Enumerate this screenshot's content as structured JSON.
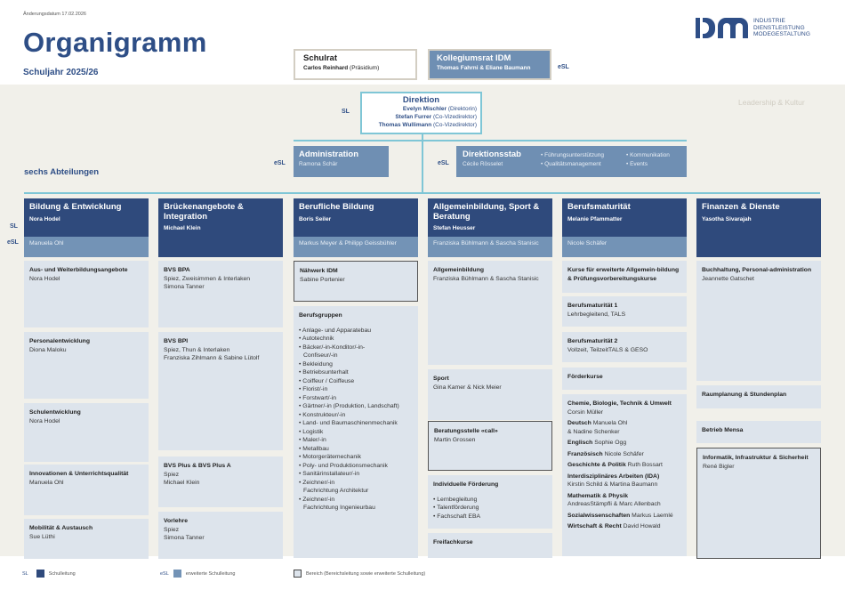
{
  "header": {
    "change_date": "Änderungsdatum 17.02.2026",
    "title": "Organigramm",
    "school_year": "Schuljahr 2025/26",
    "logo": {
      "mark": "IDM",
      "lines": [
        "INDUSTRIE",
        "DIENSTLEISTUNG",
        "MODEGESTALTUNG"
      ]
    }
  },
  "schulrat": {
    "title": "Schulrat",
    "person": "Carlos Reinhard",
    "role": "(Präsidium)"
  },
  "kollegiumsrat": {
    "title": "Kollegiumsrat IDM",
    "persons": "Thomas Fahrni & Eliane Baumann",
    "badge": "eSL"
  },
  "leadership_label": "Leadership & Kultur",
  "sechs_label": "sechs Abteilungen",
  "direktion": {
    "badge": "SL",
    "title": "Direktion",
    "members": [
      {
        "name": "Evelyn Mischler",
        "role": "(Direktorin)"
      },
      {
        "name": "Stefan Furrer",
        "role": "(Co-Vizedirektor)"
      },
      {
        "name": "Thomas Wullimann",
        "role": "(Co-Vizedirektor)"
      }
    ]
  },
  "administration": {
    "badge": "eSL",
    "title": "Administration",
    "person": "Ramona Schär"
  },
  "direktionsstab": {
    "badge": "eSL",
    "title": "Direktionsstab",
    "person": "Cécile Rösselet",
    "tasks_col1": [
      "Führungsunterstützung",
      "Qualitätsmanagement"
    ],
    "tasks_col2": [
      "Kommunikation",
      "Events"
    ]
  },
  "row_labels": {
    "sl": "SL",
    "esl": "eSL"
  },
  "departments": [
    {
      "title": "Bildung & Entwicklung",
      "sl": "Nora Hodel",
      "esl": "Manuela Ohl",
      "units": [
        {
          "title": "Aus- und Weiterbildungsangebote",
          "lines": [
            "Nora Hodel"
          ]
        },
        {
          "title": "Personalentwicklung",
          "lines": [
            "Diona Maloku"
          ]
        },
        {
          "title": "Schulentwicklung",
          "lines": [
            "Nora Hodel"
          ]
        },
        {
          "title": "Innovationen & Unterrichtsqualität",
          "lines": [
            "Manuela Ohl"
          ]
        },
        {
          "title": "Mobilität & Austausch",
          "lines": [
            "Sue Lüthi"
          ]
        }
      ]
    },
    {
      "title": "Brückenangebote & Integration",
      "sl": "Michael Klein",
      "esl": "",
      "units": [
        {
          "title": "BVS BPA",
          "lines": [
            "Spiez, Zweisimmen & Interlaken",
            "Simona Tanner"
          ]
        },
        {
          "title": "BVS BPI",
          "lines": [
            "Spiez, Thun & Interlaken",
            "Franziska Zihlmann & Sabine Lütolf"
          ]
        },
        {
          "title": "BVS Plus & BVS Plus A",
          "lines": [
            "Spiez",
            "Michael Klein"
          ]
        },
        {
          "title": "Vorlehre",
          "lines": [
            "Spiez",
            "Simona Tanner"
          ]
        }
      ]
    },
    {
      "title": "Berufliche Bildung",
      "sl": "Boris Seiler",
      "esl": "Markus Meyer & Philipp Geissbühler",
      "units": [
        {
          "title": "Nähwerk IDM",
          "lines": [
            "Sabine Portenier"
          ]
        },
        {
          "title": "Berufsgruppen",
          "items": [
            "Anlage- und Apparatebau",
            "Autotechnik",
            "Bäcker/-in-Konditor/-in-|Confiseur/-in",
            "Bekleidung",
            "Betriebsunterhalt",
            "Coiffeur / Coiffeuse",
            "Florist/-in",
            "Forstwart/-in",
            "Gärtner/-in (Produktion, Landschaft)",
            "Konstrukteur/-in",
            "Land- und Baumaschinenmechanik",
            "Logistik",
            "Maler/-in",
            "Metallbau",
            "Motorgerätemechanik",
            "Poly- und Produktionsmechanik",
            "Sanitärinstallateur/-in",
            "Zeichner/-in|Fachrichtung Architektur",
            "Zeichner/-in|Fachrichtung Ingenieurbau"
          ]
        }
      ]
    },
    {
      "title": "Allgemeinbildung, Sport & Beratung",
      "sl": "Stefan Heusser",
      "esl": "Franziska Bühlmann & Sascha Stanisic",
      "units": [
        {
          "title": "Allgemeinbildung",
          "lines": [
            "Franziska Bühlmann & Sascha Stanisic"
          ]
        },
        {
          "title": "Sport",
          "lines": [
            "Gina Kamer & Nick Meier"
          ]
        },
        {
          "title": "Beratungsstelle «call»",
          "lines": [
            "Martin Grossen"
          ]
        },
        {
          "title": "Individuelle Förderung",
          "items": [
            "Lernbegleitung",
            "Talentförderung",
            "Fachschaft EBA"
          ]
        },
        {
          "title": "Freifachkurse",
          "lines": []
        }
      ]
    },
    {
      "title": "Berufsmaturität",
      "sl": "Melanie Pfammatter",
      "esl": "Nicole Schäfer",
      "units": [
        {
          "title": "Kurse für erweiterte Allgemein-bildung & Prüfungsvorbereitungskurse",
          "lines": []
        },
        {
          "title": "Berufsmaturität 1",
          "lines": [
            "Lehrbegleitend, TALS"
          ]
        },
        {
          "title": "Berufsmaturität 2",
          "lines": [
            "Vollzeit, TeilzeitTALS & GESO"
          ]
        },
        {
          "title": "Förderkurse",
          "lines": []
        }
      ],
      "subjects": [
        {
          "subject": "Chemie, Biologie, Technik & Umwelt",
          "teacher": "Corsin Müller",
          "break": true
        },
        {
          "subject": "Deutsch",
          "teacher": "Manuela Ohl",
          "teacher2": "& Nadine Schenker"
        },
        {
          "subject": "Englisch",
          "teacher": "Sophie Ogg"
        },
        {
          "subject": "Französisch",
          "teacher": "Nicole Schäfer"
        },
        {
          "subject": "Geschichte & Politik",
          "teacher": "Ruth Bossart"
        },
        {
          "subject": "Interdisziplinäres Arbeiten (IDA)",
          "teacher": "Kirstin Schild & Martina Baumann",
          "break": true
        },
        {
          "subject": "Mathematik & Physik",
          "teacher": "AndreasStämpfli & Marc Allenbach",
          "break": true
        },
        {
          "subject": "Sozialwissenschaften",
          "teacher": "Markus Laemlé"
        },
        {
          "subject": "Wirtschaft & Recht",
          "teacher": "David Howald"
        }
      ]
    },
    {
      "title": "Finanzen & Dienste",
      "sl": "Yasotha Sivarajah",
      "esl": "",
      "units": [
        {
          "title": "Buchhaltung, Personal-administration",
          "lines": [
            "Jeannette Gatschet"
          ]
        },
        {
          "title": "Raumplanung & Stundenplan",
          "lines": []
        },
        {
          "title": "Betrieb Mensa",
          "lines": []
        },
        {
          "title": "Informatik, Infrastruktur & Sicherheit",
          "lines": [
            "René Bigler"
          ]
        }
      ]
    }
  ],
  "legend": [
    {
      "abbr": "SL",
      "label": "Schulleitung",
      "color": "#2f4a7c"
    },
    {
      "abbr": "eSL",
      "label": "erweiterte Schulleitung",
      "color": "#7393b6"
    },
    {
      "abbr": "",
      "label": "Bereich (Bereichsleitung sowie erweiterte Schulleitung)",
      "color": "#dde4ec"
    }
  ],
  "colors": {
    "primary": "#2e4e86",
    "dept_head": "#2f4a7c",
    "esl": "#7393b6",
    "unit": "#dde4ec",
    "connector": "#7fc6d6",
    "band": "#f1f0ea"
  }
}
